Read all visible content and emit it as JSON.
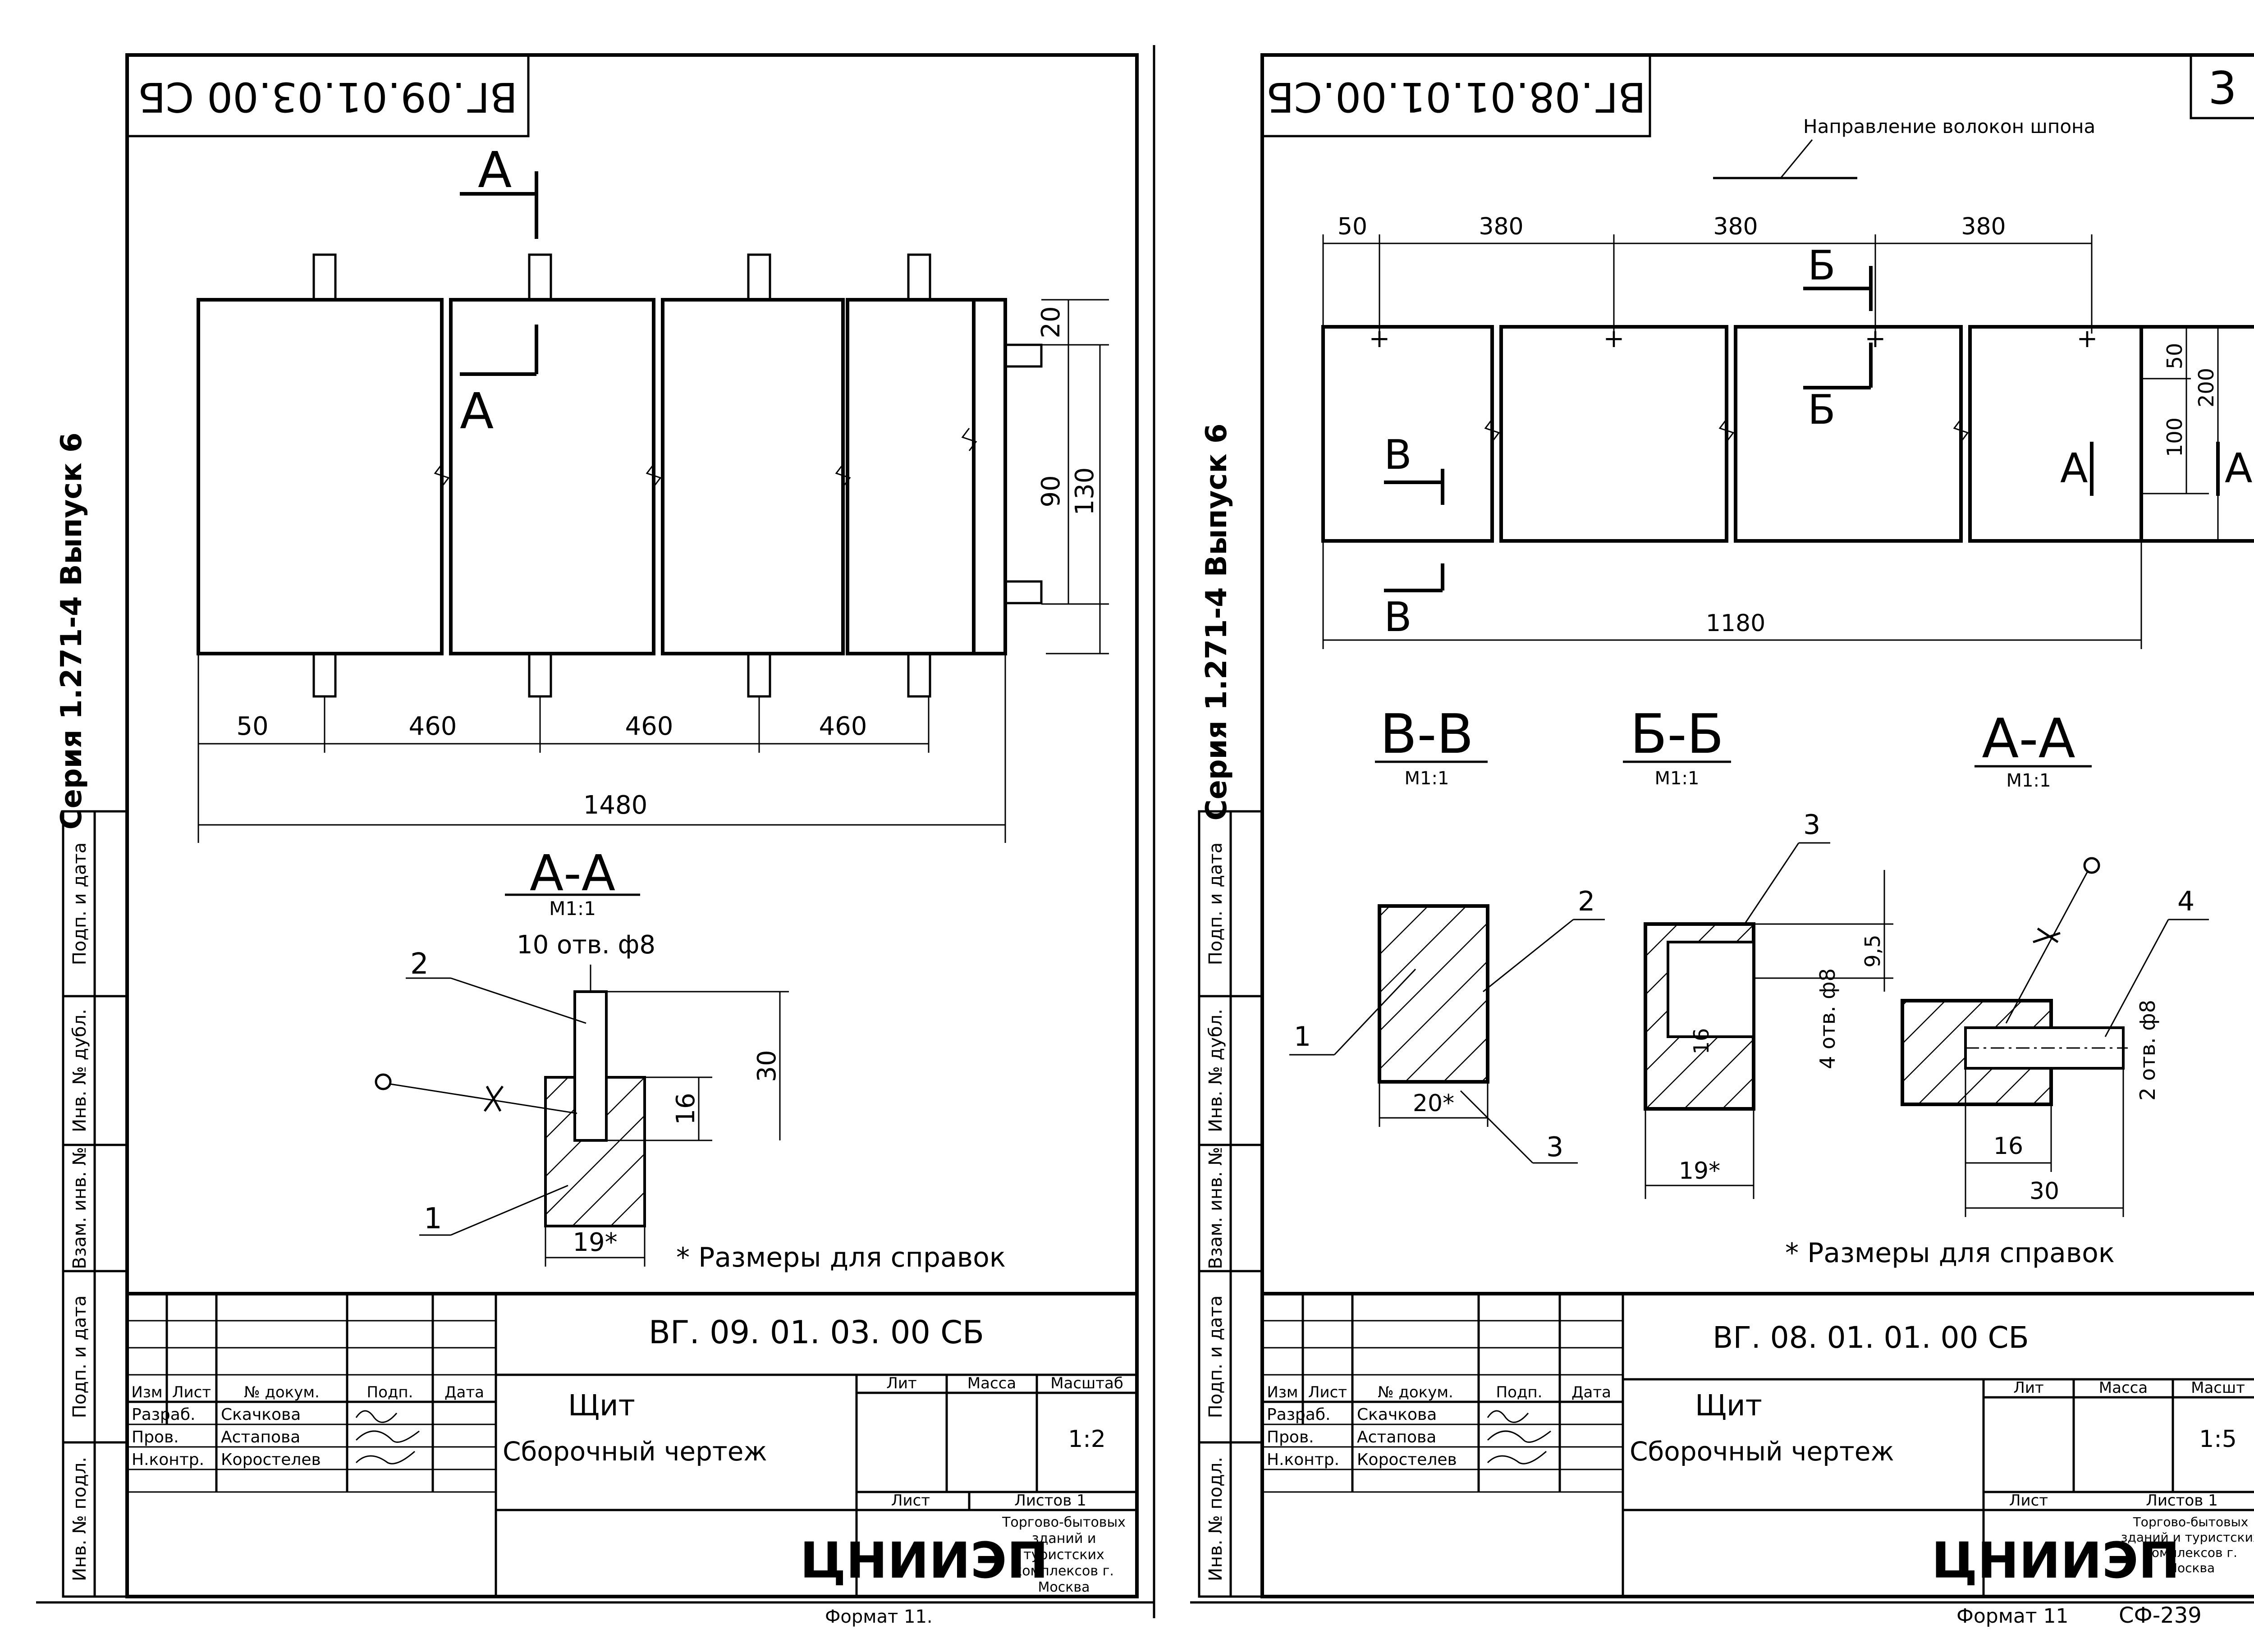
{
  "left_sheet": {
    "stamp_code": "ВГ.09.01.03.00 СБ",
    "series_label": "Серия 1.271-4 Выпуск 6",
    "section_marks": {
      "a_top": "А",
      "a_bottom": "А"
    },
    "dims": {
      "d20": "20",
      "d90": "90",
      "d130": "130",
      "d50": "50",
      "d460_1": "460",
      "d460_2": "460",
      "d460_3": "460",
      "d1480": "1480",
      "d30": "30",
      "d16": "16",
      "d19": "19*"
    },
    "section_aa": {
      "title": "А-А",
      "scale": "М1:1",
      "holes": "10 отв. ф8",
      "callout1": "1",
      "callout2": "2"
    },
    "note": "* Размеры для справок",
    "margin_labels": [
      "Инв. № подл.",
      "Подп. и дата",
      "Взам. инв. №",
      "Инв. № дубл.",
      "Подп. и дата"
    ],
    "title_block": {
      "code": "ВГ. 09. 01. 03. 00 СБ",
      "name": "Щит",
      "subtitle": "Сборочный чертеж",
      "head": [
        "Изм",
        "Лист",
        "№ докум.",
        "Подп.",
        "Дата"
      ],
      "rows": [
        {
          "role": "Разраб.",
          "name": "Скачкова"
        },
        {
          "role": "Пров.",
          "name": "Астапова"
        },
        {
          "role": "Н.контр.",
          "name": "Коростелев"
        }
      ],
      "lit": "Лит",
      "mass": "Масса",
      "scale_label": "Масштаб",
      "scale": "1:2",
      "sheet": "Лист",
      "sheets": "Листов 1",
      "org_logo": "ЦНИИЭП",
      "org": "Торгово-бытовых зданий и туристских комплексов г. Москва"
    },
    "format": "Формат 11."
  },
  "right_sheet": {
    "stamp_code": "ВГ.08.01.01.00.СБ",
    "sheet_no": "3",
    "series_label": "Серия 1.271-4 Выпуск 6",
    "grain_note": "Направление волокон шпона",
    "dims": {
      "d50": "50",
      "d380_1": "380",
      "d380_2": "380",
      "d380_3": "380",
      "d1180": "1180",
      "d50v": "50",
      "d100": "100",
      "d200": "200"
    },
    "section_marks": {
      "b1": "Б",
      "b2": "Б",
      "v1": "В",
      "v2": "В",
      "a1": "А",
      "a2": "А"
    },
    "section_vv": {
      "title": "В-В",
      "scale": "М1:1",
      "c1": "1",
      "c2": "2",
      "c3": "3",
      "dim": "20*"
    },
    "section_bb": {
      "title": "Б-Б",
      "scale": "М1:1",
      "c3": "3",
      "holes": "4 отв. ф8",
      "d95": "9,5",
      "d16": "16",
      "dim": "19*"
    },
    "section_aa": {
      "title": "А-А",
      "scale": "М1:1",
      "c4": "4",
      "holes": "2 отв. ф8",
      "d16": "16",
      "d30": "30"
    },
    "note": "* Размеры для справок",
    "margin_labels": [
      "Инв. № подл.",
      "Подп. и дата",
      "Взам. инв. №",
      "Инв. № дубл.",
      "Подп. и дата"
    ],
    "title_block": {
      "code": "ВГ. 08. 01. 01. 00 СБ",
      "name": "Щит",
      "subtitle": "Сборочный чертеж",
      "head": [
        "Изм",
        "Лист",
        "№ докум.",
        "Подп.",
        "Дата"
      ],
      "rows": [
        {
          "role": "Разраб.",
          "name": "Скачкова"
        },
        {
          "role": "Пров.",
          "name": "Астапова"
        },
        {
          "role": "Н.контр.",
          "name": "Коростелев"
        }
      ],
      "lit": "Лит",
      "mass": "Масса",
      "scale_label": "Масшт",
      "scale": "1:5",
      "sheet": "Лист",
      "sheets": "Листов 1",
      "org_logo": "ЦНИИЭП",
      "org": "Торгово-бытовых зданий и туристских комплексов г. Москва"
    },
    "format": "Формат 11",
    "doc_no": "СФ-239"
  }
}
